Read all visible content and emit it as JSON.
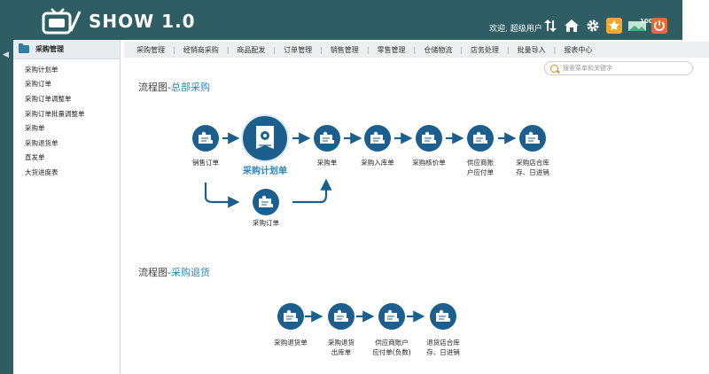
{
  "header": {
    "brand": "SHOW 1.0",
    "welcome": "欢迎, 超级用户",
    "badge_count": "100",
    "colors": {
      "bar": "#2e5e63",
      "accent": "#1c5f8e",
      "highlight": "#2e86b8"
    },
    "icons": [
      "transfer-icon",
      "home-icon",
      "gear-icon",
      "star-icon",
      "message-icon",
      "power-icon"
    ]
  },
  "sidebar": {
    "title": "采购管理",
    "items": [
      {
        "label": "采购计划单"
      },
      {
        "label": "采购订单"
      },
      {
        "label": "采购订单调整单"
      },
      {
        "label": "采购订单批量调整单"
      },
      {
        "label": "采购单"
      },
      {
        "label": "采购退货单"
      },
      {
        "label": "直发单"
      },
      {
        "label": "大货进度表"
      }
    ]
  },
  "topnav": {
    "items": [
      {
        "label": "采购管理"
      },
      {
        "label": "经销商采购"
      },
      {
        "label": "商品配发"
      },
      {
        "label": "订单管理"
      },
      {
        "label": "销售管理"
      },
      {
        "label": "零售管理"
      },
      {
        "label": "仓储物流"
      },
      {
        "label": "店务处理"
      },
      {
        "label": "批量导入"
      },
      {
        "label": "报表中心"
      }
    ]
  },
  "search": {
    "placeholder": "搜索菜单和关键字"
  },
  "flow1": {
    "title_prefix": "流程图-",
    "title_highlight": "总部采购",
    "nodes": [
      {
        "label": "销售订单"
      },
      {
        "label": "采购计划单"
      },
      {
        "label": "采购单"
      },
      {
        "label": "采购入库单"
      },
      {
        "label": "采购核价单"
      },
      {
        "label": "供应商账\n户应付单"
      },
      {
        "label": "采购店合库\n存、日进销"
      },
      {
        "label": "采购订单"
      }
    ]
  },
  "flow2": {
    "title_prefix": "流程图-",
    "title_highlight": "采购退货",
    "nodes": [
      {
        "label": "采购退货单"
      },
      {
        "label": "采购退货\n出库单"
      },
      {
        "label": "供应商账户\n应付单(负数)"
      },
      {
        "label": "退货店合库\n存、日进销"
      }
    ]
  }
}
